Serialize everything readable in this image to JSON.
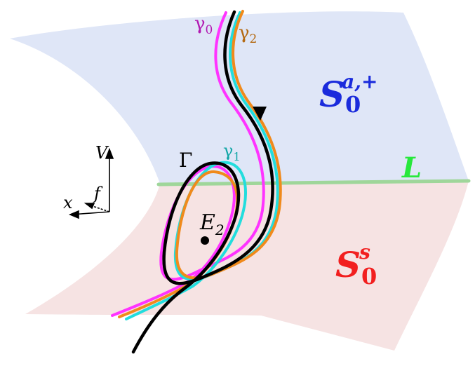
{
  "labels": {
    "gamma0": {
      "base": "γ",
      "sub": "0"
    },
    "gamma2": {
      "base": "γ",
      "sub": "2"
    },
    "gamma1": {
      "base": "γ",
      "sub": "1"
    },
    "big_gamma": "Γ",
    "L": "L",
    "E2": {
      "base": "E",
      "sub": "2"
    },
    "S_attracting": {
      "base": "S",
      "sub": "0",
      "sup": "a,+"
    },
    "S_saddle": {
      "base": "S",
      "sub": "0",
      "sup": "s"
    },
    "axis_V": "V",
    "axis_x": "x",
    "axis_f": "f"
  },
  "colors": {
    "upper_sheet": "#dfe6f7",
    "lower_sheet": "#f6e3e3",
    "fold_line": "#9fd69a",
    "gamma0": "#ff33ff",
    "gamma1": "#22dddd",
    "gamma2": "#f08a1c",
    "big_gamma": "#000000",
    "S_attracting_label": "#1a2bdc",
    "S_saddle_label": "#f21f1f",
    "L_label": "#27e83c",
    "gamma0_label": "#b219b2",
    "gamma2_label": "#b46a14",
    "gamma1_label": "#12a6a6"
  }
}
